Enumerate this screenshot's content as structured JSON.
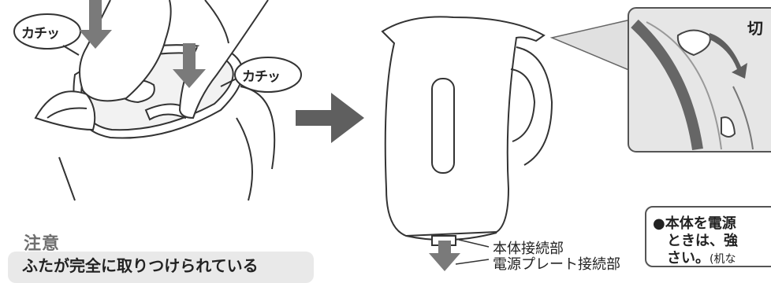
{
  "labels": {
    "click_left": "カチッ",
    "click_right": "カチッ",
    "off": "切",
    "body_connector": "本体接続部",
    "plate_connector": "電源プレート接続部"
  },
  "caution": {
    "title": "注意",
    "text": "ふたが完全に取りつけられている"
  },
  "note": {
    "line1": "●本体を電源",
    "line2": "ときは、強",
    "line3": "さい。",
    "line3_paren": "(机な"
  }
}
